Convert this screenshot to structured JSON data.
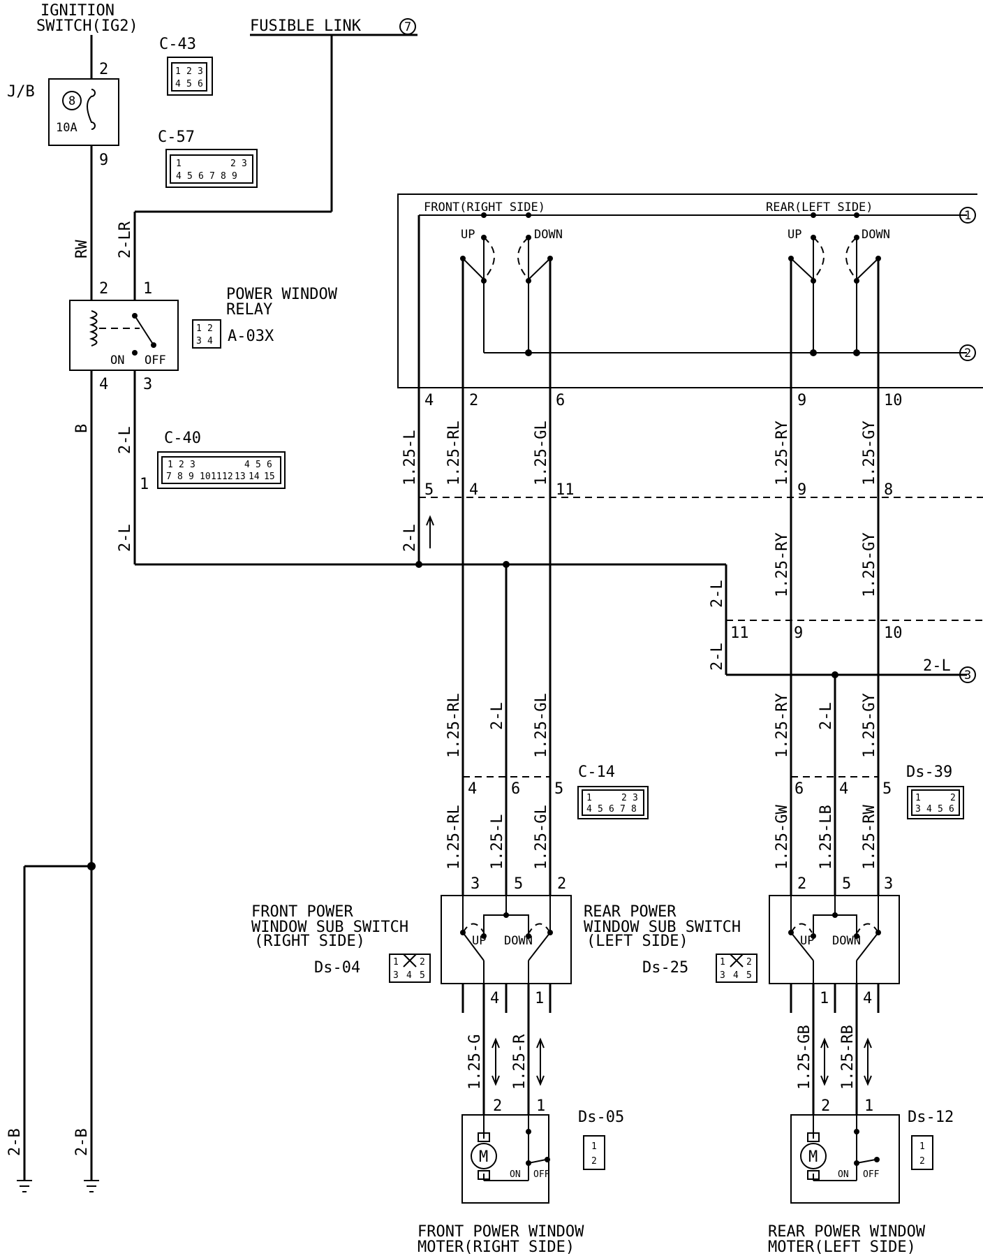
{
  "labels": {
    "ignition_line1": "IGNITION",
    "ignition_line2": "SWITCH(IG2)",
    "fusible_link": "FUSIBLE LINK",
    "fusible_num": "7",
    "jb": "J/B",
    "fuse_num": "8",
    "fuse_amp": "10A",
    "relay_line1": "POWER WINDOW",
    "relay_line2": "RELAY",
    "relay_on": "ON",
    "relay_off": "OFF",
    "main_front": "FRONT(RIGHT SIDE)",
    "main_rear": "REAR(LEFT SIDE)",
    "up": "UP",
    "down": "DOWN",
    "front_sub_line1": "FRONT POWER",
    "front_sub_line2": "WINDOW SUB SWITCH",
    "front_sub_line3": "(RIGHT SIDE)",
    "rear_sub_line1": "REAR POWER",
    "rear_sub_line2": "WINDOW SUB SWITCH",
    "rear_sub_line3": "(LEFT SIDE)",
    "motor_on": "ON",
    "motor_off": "OFF",
    "motor_m": "M",
    "front_motor_line1": "FRONT POWER WINDOW",
    "front_motor_line2": "MOTER(RIGHT SIDE)",
    "rear_motor_line1": "REAR POWER WINDOW",
    "rear_motor_line2": "MOTER(LEFT SIDE)"
  },
  "refs": {
    "r1": "1",
    "r2": "2",
    "r3": "3"
  },
  "connectors": {
    "c43": {
      "name": "C-43",
      "cells": [
        "1",
        "2",
        "3",
        "4",
        "5",
        "6"
      ]
    },
    "c57": {
      "name": "C-57",
      "top": [
        "1",
        "",
        "2",
        "3"
      ],
      "bottom": [
        "4",
        "5",
        "6",
        "7",
        "8",
        "9"
      ]
    },
    "a03x": {
      "name": "A-03X",
      "cells": [
        "1",
        "2",
        "3",
        "4"
      ]
    },
    "c40": {
      "name": "C-40",
      "top": [
        "1",
        "2",
        "3",
        "4",
        "5",
        "6"
      ],
      "bottom": [
        "7",
        "8",
        "9",
        "10",
        "11",
        "12",
        "13",
        "14",
        "15"
      ]
    },
    "c14": {
      "name": "C-14",
      "top": [
        "1",
        "2",
        "3"
      ],
      "bottom": [
        "4",
        "5",
        "6",
        "7",
        "8"
      ]
    },
    "ds39": {
      "name": "Ds-39",
      "top": [
        "1",
        "2"
      ],
      "bottom": [
        "3",
        "4",
        "5",
        "6"
      ]
    },
    "ds04": {
      "name": "Ds-04",
      "top": [
        "1",
        "2"
      ],
      "bottom": [
        "3",
        "4",
        "5"
      ]
    },
    "ds25": {
      "name": "Ds-25",
      "top": [
        "1",
        "2"
      ],
      "bottom": [
        "3",
        "4",
        "5"
      ]
    },
    "ds05": {
      "name": "Ds-05",
      "cells": [
        "1",
        "2"
      ]
    },
    "ds12": {
      "name": "Ds-12",
      "cells": [
        "1",
        "2"
      ]
    }
  },
  "wires": {
    "rw": "RW",
    "lr": "2-LR",
    "b": "B",
    "l2": "2-L",
    "l125": "1.25-L",
    "rl125": "1.25-RL",
    "gl125": "1.25-GL",
    "ry125": "1.25-RY",
    "gy125": "1.25-GY",
    "gw125": "1.25-GW",
    "lb125": "1.25-LB",
    "rw125": "1.25-RW",
    "g125": "1.25-G",
    "r125": "1.25-R",
    "gb125": "1.25-GB",
    "rb125": "1.25-RB",
    "b2": "2-B"
  },
  "pins": {
    "jb_top": "2",
    "jb_bot": "9",
    "relay_2": "2",
    "relay_1": "1",
    "relay_4": "4",
    "relay_3": "3",
    "c40_1": "1",
    "ms_4": "4",
    "ms_2": "2",
    "ms_6": "6",
    "ms_9": "9",
    "ms_10": "10",
    "j_5": "5",
    "j_4": "4",
    "j_11": "11",
    "j_9": "9",
    "j_8": "8",
    "k_11": "11",
    "k_9": "9",
    "k_10": "10",
    "c14_4": "4",
    "c14_6": "6",
    "c14_5": "5",
    "ds39_6": "6",
    "ds39_4": "4",
    "ds39_5": "5",
    "fs_3": "3",
    "fs_5": "5",
    "fs_2": "2",
    "fs_4": "4",
    "fs_1": "1",
    "rs_2": "2",
    "rs_5": "5",
    "rs_3": "3",
    "rs_1": "1",
    "rs_4": "4",
    "fm_2": "2",
    "fm_1": "1",
    "rm_2": "2",
    "rm_1": "1"
  }
}
